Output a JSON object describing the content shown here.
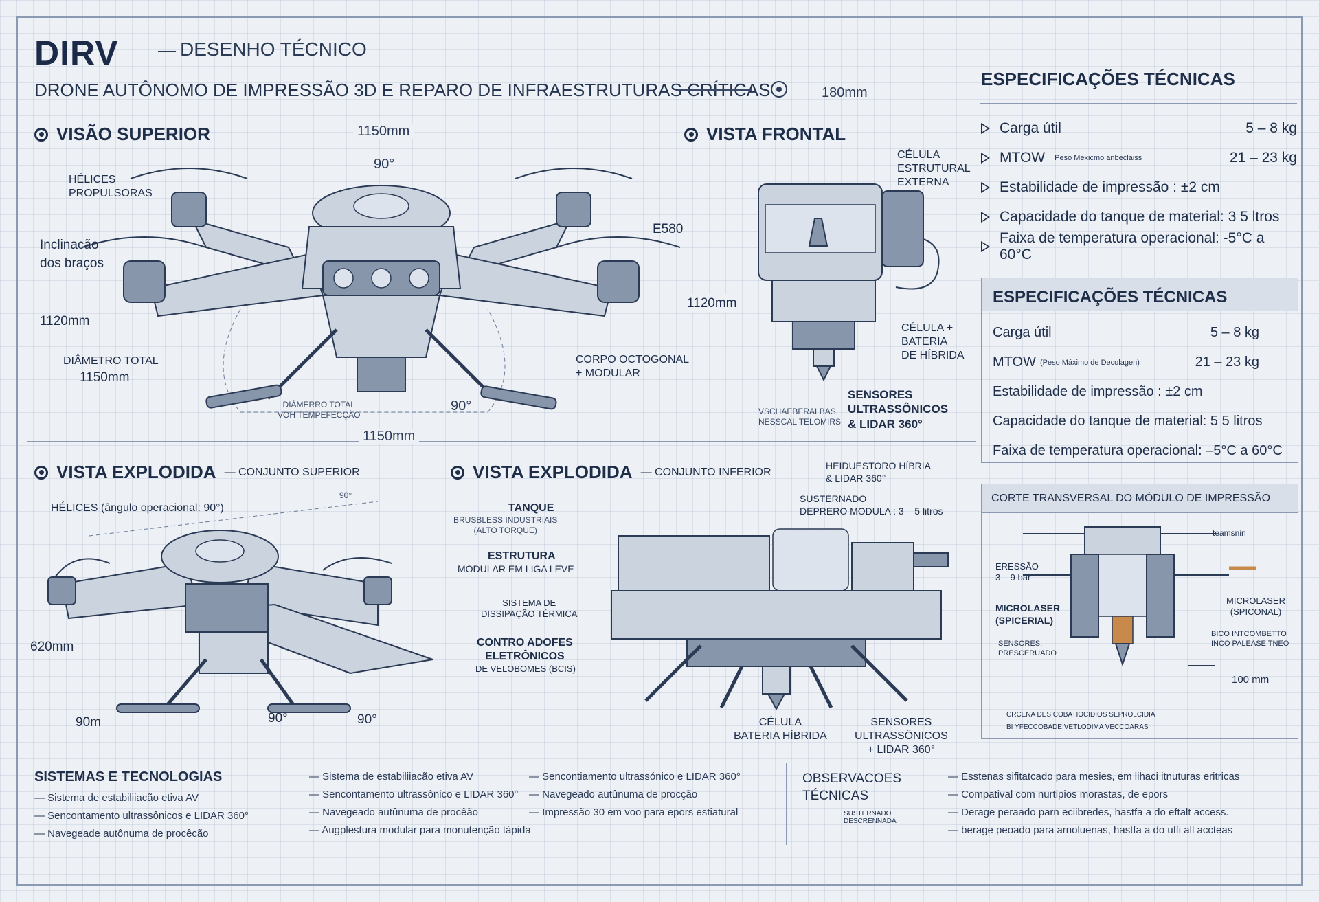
{
  "header": {
    "brand": "DIRV",
    "doc_type": "DESENHO TÉCNICO",
    "subtitle": "DRONE AUTÔNOMO DE IMPRESSÃO 3D E REPARO DE INFRAESTRUTURAS CRÍTICAS",
    "subtitle_measure": "180mm"
  },
  "top_view": {
    "title": "VISÃO SUPERIOR",
    "span_top": "1150mm",
    "angle": "90°",
    "label_helices": "HÉLICES\nPROPULSORAS",
    "label_inclinacao": "Inclinacão\ndos braços",
    "height_left": "1120mm",
    "label_diametro": "DIÂMETRO TOTAL",
    "label_diametro_val": "1150mm",
    "label_corpo": "CORPO OCTOGONAL\n+ MODULAR",
    "label_diametro_small": "DIÂMERRO TOTAL\nVOH TEMPEFECÇÃO",
    "angle_bottom": "90°",
    "span_bottom": "1150mm"
  },
  "front_view": {
    "title": "VISTA FRONTAL",
    "label_celula_ext": "CÉLULA\nESTRUTURAL\nEXTERNA",
    "label_e580": "E580",
    "height": "1120mm",
    "label_celula_bat": "CÉLULA +\nBATERIA\nDE HÍBRIDA",
    "label_sensores": "SENSORES\nULTRASSÔNICOS\n& LIDAR 360°",
    "label_small": "VSCHAEBERALBAS\nNESSCAL TELOMIRS"
  },
  "exploded_top": {
    "title": "VISTA EXPLODIDA",
    "subtitle": "— CONJUNTO SUPERIOR",
    "label_helices": "HÉLICES (ângulo operacional: 90°)",
    "angle_top": "90°",
    "height": "620mm",
    "width": "90m",
    "angle_b1": "90°",
    "angle_b2": "90°"
  },
  "exploded_bottom": {
    "title": "VISTA EXPLODIDA",
    "subtitle": "— CONJUNTO INFERIOR",
    "label_tanque": "TANQUE",
    "label_brushless": "BRUSBLESS INDUSTRIAIS\n(ALTO TORQUE)",
    "label_estrutura": "ESTRUTURA",
    "label_modular": "MODULAR EM LIGA LEVE",
    "label_sistema": "SISTEMA DE\nDISSIPAÇÃO TÉRMICA",
    "label_contro": "CONTRO ADOFES\nELETRÔNICOS",
    "label_velo": "DE VELOBOMES (BCIS)",
    "label_hib": "HEIDUESTORO HÍBRIA\n& LIDAR 360°",
    "label_sust": "SUSTERNADO\nDEPRERO MODULA : 3 – 5 litros",
    "label_celula": "CÉLULA\nBATERIA HÍBRIDA",
    "label_sensores": "SENSORES\nULTRASSÔNICOS\n+ LIDAR 360°"
  },
  "specs_1": {
    "title": "ESPECIFICAÇÕES TÉCNICAS",
    "items": [
      {
        "label": "Carga útil",
        "note": "",
        "value": "5 – 8 kg"
      },
      {
        "label": "MTOW",
        "note": "Peso Mexicmo anbeclaiss",
        "value": "21 – 23 kg"
      },
      {
        "label": "Estabilidade de impressão : ±2 cm",
        "note": "",
        "value": ""
      },
      {
        "label": "Capacidade do tanque de material: 3 5 ltros",
        "note": "",
        "value": ""
      },
      {
        "label": "Faixa de temperatura operacional: -5°C a 60°C",
        "note": "",
        "value": ""
      }
    ]
  },
  "specs_2": {
    "title": "ESPECIFICAÇÕES TÉCNICAS",
    "rows": [
      {
        "label": "Carga útil",
        "note": "",
        "value": "5 – 8 kg"
      },
      {
        "label": "MTOW",
        "note": "(Peso Máximo de Decolagen)",
        "value": "21 – 23 kg"
      },
      {
        "label": "Estabilidade de impressão : ±2 cm",
        "note": "",
        "value": ""
      },
      {
        "label": "Capacidade do tanque de material: 5 5 litros",
        "note": "",
        "value": ""
      },
      {
        "label": "Faixa de temperatura operacional: –5°C a 60°C",
        "note": "",
        "value": ""
      }
    ]
  },
  "cross_section": {
    "title": "CORTE TRANSVERSAL DO MÓDULO DE IMPRESSÃO",
    "label_teams": "teamsnin",
    "label_pressao": "ERESSÃO\n3 – 9 bar",
    "label_microlaser_l": "MICROLASER\n(SPICERIAL)",
    "label_microlaser_r": "MICROLASER\n(SPICONAL)",
    "label_sensor": "SENSORES:\nPRESCERUADO",
    "label_bico": "BICO INTCOMBETTO\nINCO PALEASE TNEO",
    "dim": "100 mm",
    "foot_1": "CRCENA DES COBATIOCIDIOS SEPROLCIDIA",
    "foot_2": "BI YFECCOBADE VETLODIMA VECCOARAS"
  },
  "systems": {
    "title": "SISTEMAS E TECNOLOGIAS",
    "col1": [
      "Sistema de estabiliiacão etiva AV",
      "Sencontamento ultrassônicos e LIDAR 360°",
      "Navegeade autônuma de procêcão"
    ],
    "col2": [
      "Sistema de estabiliiacão etiva AV",
      "Sencontamento ultrassônico e LIDAR 360°",
      "Navegeado autûnuma de procêão",
      "Augplestura modular para monutenção tápida"
    ],
    "col3": [
      "Sencontiamento ultrassónico e LIDAR 360°",
      "Navegeado autûnuma de procção",
      "Impressão 30 em voo para epors estiatural"
    ]
  },
  "notes": {
    "title": "OBSERVACOES\nTÉCNICAS",
    "small": "SUSTERNADO\nDESCRENNADA",
    "items": [
      "Esstenas sifitatcado para mesies, em lihaci itnuturas eritricas",
      "Compatival com nurtipios morastas, de epors",
      "Derage peraado parn eciibredes, hastfa a do eftalt access.",
      "berage peoado para arnoluenas, hastfa a do uffi all accteas"
    ]
  },
  "colors": {
    "ink": "#1f2f4a",
    "paper": "#edf0f5",
    "grid": "#8a9ab3",
    "accent": "#c88a4a"
  }
}
